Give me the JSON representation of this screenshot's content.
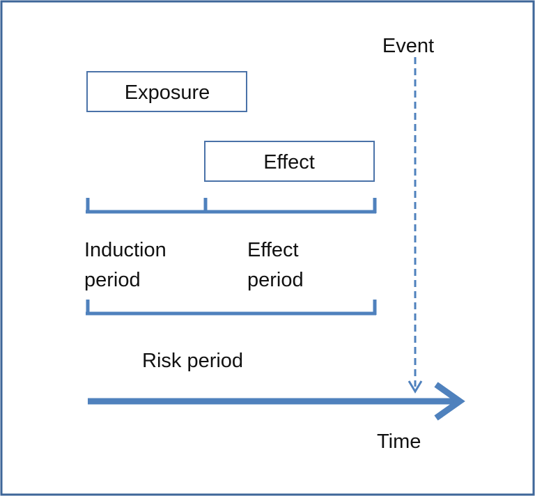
{
  "colors": {
    "frame": "#3E6699",
    "accent": "#4F81BD",
    "box_border": "#4A72A8",
    "text": "#111111",
    "background": "#FFFFFF"
  },
  "labels": {
    "event": "Event",
    "exposure": "Exposure",
    "effect": "Effect",
    "induction_line1": "Induction",
    "induction_line2": "period",
    "effect_period_line1": "Effect",
    "effect_period_line2": "period",
    "risk_period": "Risk period",
    "time": "Time"
  }
}
